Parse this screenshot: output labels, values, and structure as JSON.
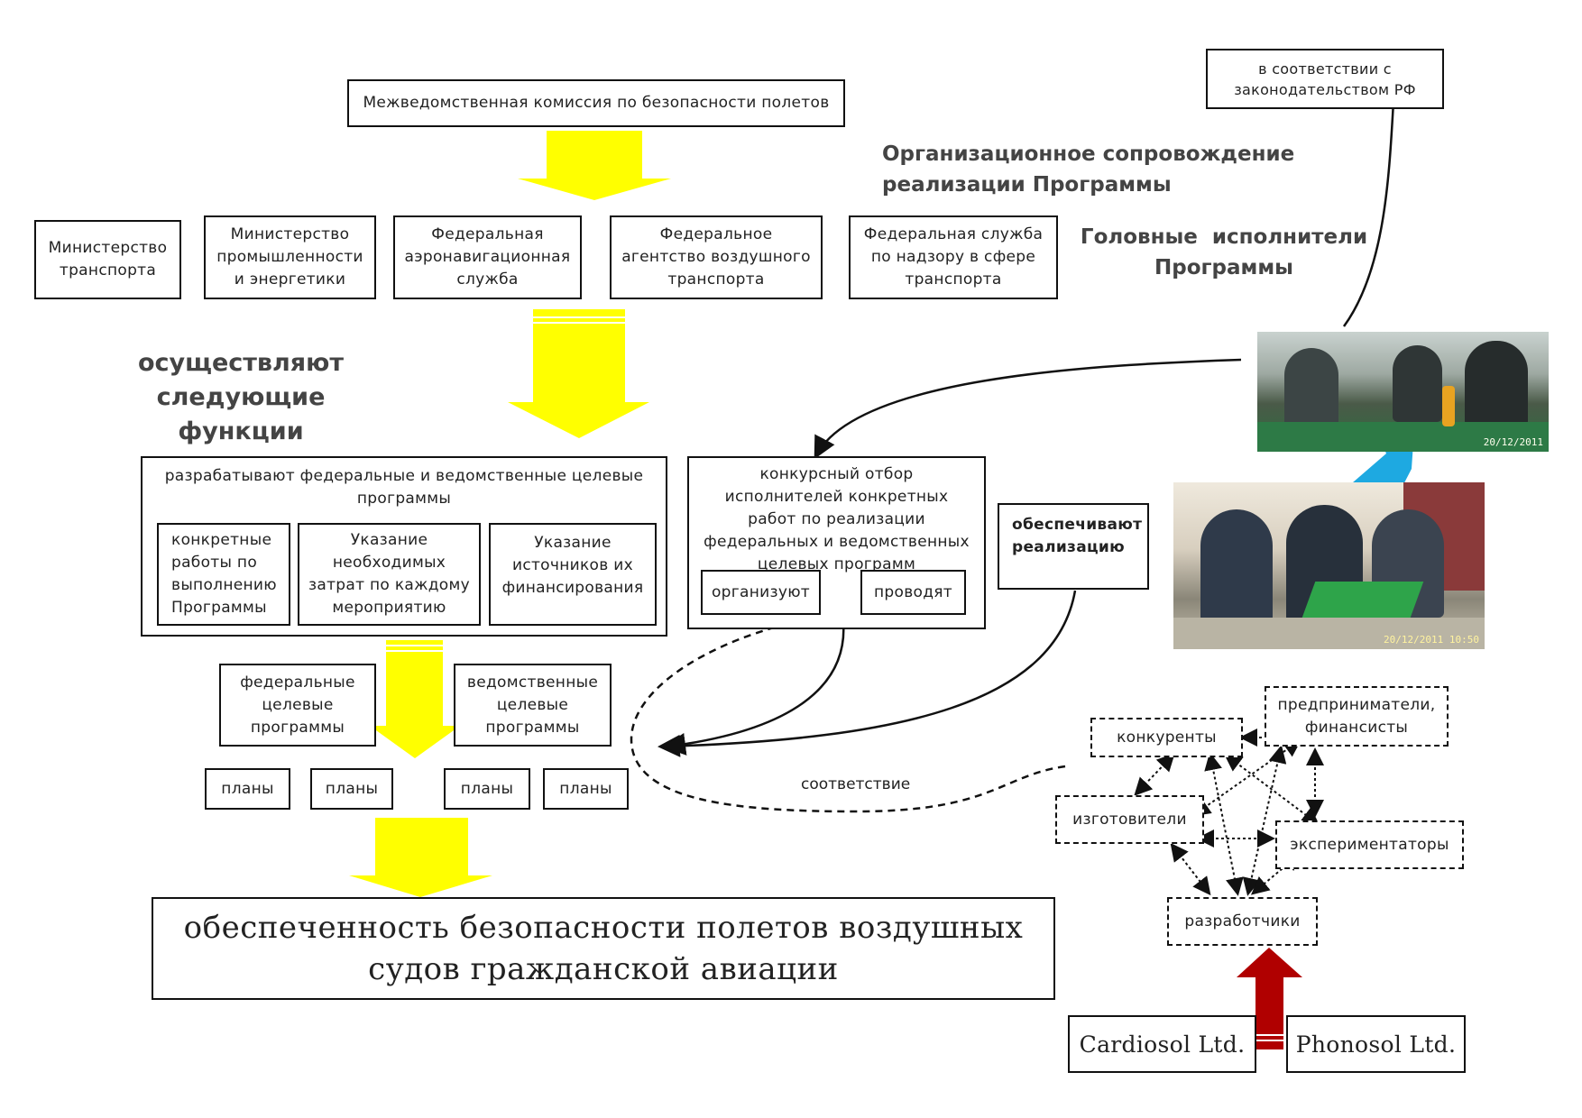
{
  "top_box": "Межведомственная комиссия по безопасности полетов",
  "law_box": "в соответствии с законодательством РФ",
  "org_support": [
    "Организационное сопровождение",
    "реализации Программы"
  ],
  "head_executors": [
    "Головные  исполнители",
    "Программы"
  ],
  "agencies": [
    "Министерство транспорта",
    "Министерство промышленности и энергетики",
    "Федеральная аэронавигационная служба",
    "Федеральное агентство воздушного транспорта",
    "Федеральная служба по надзору в сфере транспорта"
  ],
  "functions_label": [
    "осуществляют следующие",
    "функции"
  ],
  "develop": {
    "title": "разрабатывают федеральные и ведомственные целевые программы",
    "items": [
      "конкретные работы по выполнению Программы",
      "Указание необходимых затрат по каждому мероприятию",
      "Указание источников их финансирования"
    ]
  },
  "contest": {
    "title": "конкурсный отбор исполнителей конкретных работ по реализации федеральных и ведомственных целевых программ",
    "organize": "организуют",
    "conduct": "проводят"
  },
  "ensure": "обеспечивают реализацию",
  "programs": [
    "федеральные целевые программы",
    "ведомственные целевые программы"
  ],
  "plans": [
    "планы",
    "планы",
    "планы",
    "планы"
  ],
  "correspondence": "соответствие",
  "result": [
    "обеспеченность безопасности полетов воздушных",
    "судов гражданской авиации"
  ],
  "network": {
    "competitors": "конкуренты",
    "entrepreneurs": "предприниматели, финансисты",
    "manufacturers": "изготовители",
    "experimenters": "экспериментаторы",
    "developers": "разработчики"
  },
  "companies": [
    "Cardiosol Ltd.",
    "Phonosol Ltd."
  ],
  "photo_stamps": [
    "20/12/2011",
    "20/12/2011 10:50"
  ],
  "colors": {
    "yellow_arrow": "#ffff00",
    "blue_arrow": "#1ea9e1",
    "red_arrow": "#b00000"
  }
}
